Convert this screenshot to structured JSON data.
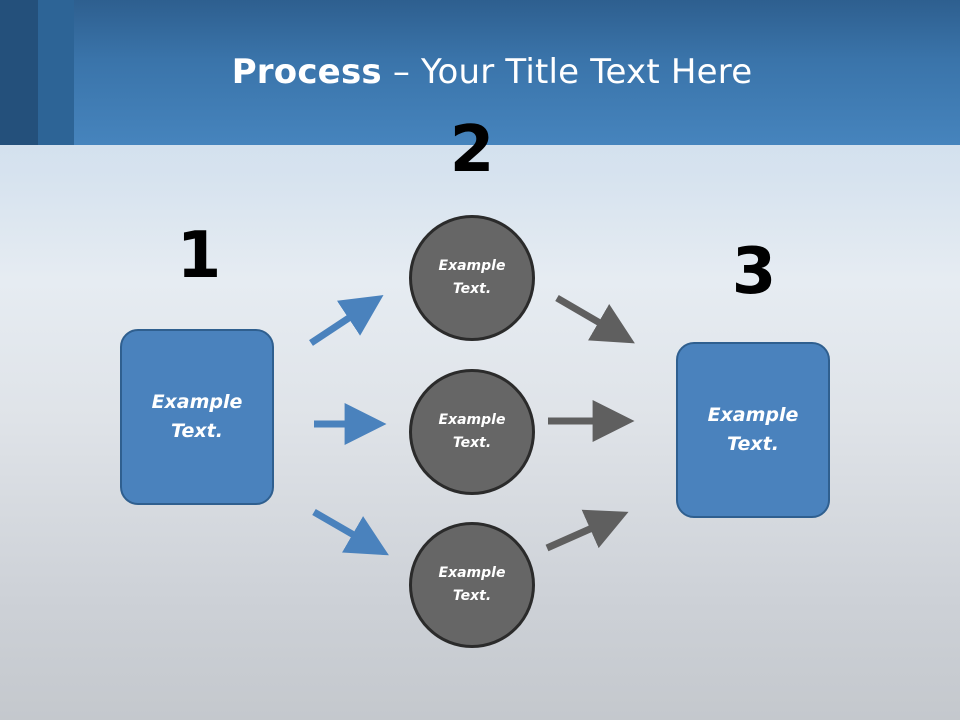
{
  "header": {
    "title_bold": "Process",
    "title_rest": " – Your Title Text Here"
  },
  "steps": {
    "one": {
      "number": "1",
      "text": "Example Text."
    },
    "two": {
      "number": "2",
      "items": [
        {
          "text": "Example Text."
        },
        {
          "text": "Example Text."
        },
        {
          "text": "Example Text."
        }
      ]
    },
    "three": {
      "number": "3",
      "text": "Example Text."
    }
  },
  "colors": {
    "header_blue": "#4684bd",
    "box_blue": "#4a82bd",
    "circle_gray": "#666666",
    "arrow_blue": "#4a82bd",
    "arrow_gray": "#5f5f5f"
  }
}
